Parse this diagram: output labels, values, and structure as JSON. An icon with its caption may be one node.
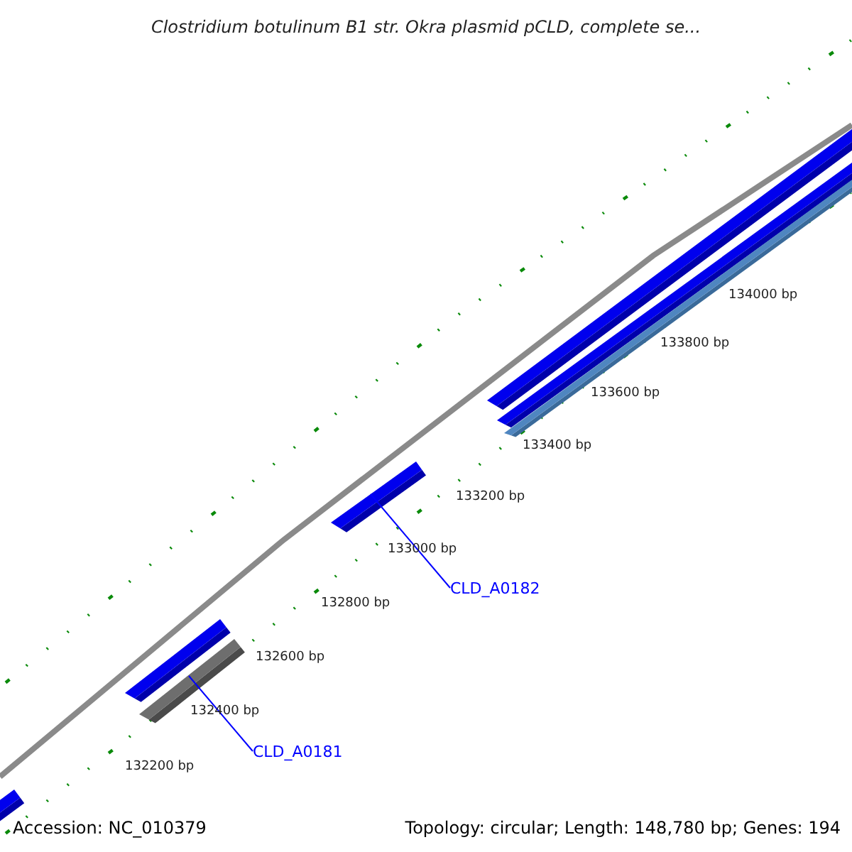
{
  "diagram": {
    "title": "Clostridium botulinum B1 str. Okra plasmid pCLD, complete se...",
    "nodes": [
      {
        "text": [],
        "shape": "bar"
      },
      {
        "text": [
          "CLD_A0182"
        ]
      },
      {
        "text": [],
        "shape": "bar"
      },
      {
        "text": [
          "CLD_A0181"
        ]
      }
    ],
    "edges": [
      {
        "from": 1,
        "to": 0,
        "arrow": "none"
      },
      {
        "from": 3,
        "to": 2,
        "arrow": "none"
      }
    ],
    "labels": [
      "134000 bp",
      "133800 bp",
      "133600 bp",
      "133400 bp",
      "133200 bp",
      "133000 bp",
      "132800 bp",
      "132600 bp",
      "132400 bp",
      "132200 bp",
      "Accession: NC_010379",
      "Topology: circular; Length: 148,780 bp; Genes: 194"
    ]
  }
}
